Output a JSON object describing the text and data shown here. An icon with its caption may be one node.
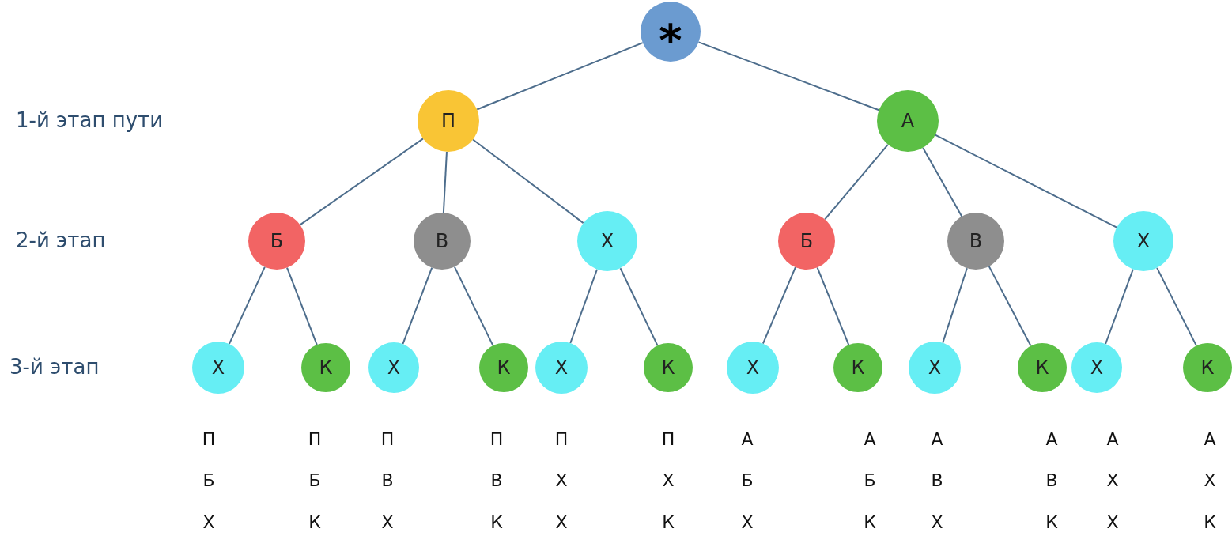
{
  "diagram": {
    "nodes": [
      {
        "text": [
          "*"
        ]
      },
      {
        "text": [
          "П"
        ]
      },
      {
        "text": [
          "А"
        ]
      },
      {
        "text": [
          "Б"
        ]
      },
      {
        "text": [
          "В"
        ]
      },
      {
        "text": [
          "Х"
        ]
      },
      {
        "text": [
          "Б"
        ]
      },
      {
        "text": [
          "В"
        ]
      },
      {
        "text": [
          "Х"
        ]
      },
      {
        "text": [
          "Х"
        ]
      },
      {
        "text": [
          "К"
        ]
      },
      {
        "text": [
          "Х"
        ]
      },
      {
        "text": [
          "К"
        ]
      },
      {
        "text": [
          "Х"
        ]
      },
      {
        "text": [
          "К"
        ]
      },
      {
        "text": [
          "Х"
        ]
      },
      {
        "text": [
          "К"
        ]
      },
      {
        "text": [
          "Х"
        ]
      },
      {
        "text": [
          "К"
        ]
      },
      {
        "text": [
          "Х"
        ]
      },
      {
        "text": [
          "К"
        ]
      }
    ],
    "edges": [
      {
        "from": 0,
        "to": 1,
        "arrow": "none"
      },
      {
        "from": 0,
        "to": 2,
        "arrow": "none"
      },
      {
        "from": 1,
        "to": 3,
        "arrow": "none"
      },
      {
        "from": 1,
        "to": 4,
        "arrow": "none"
      },
      {
        "from": 1,
        "to": 5,
        "arrow": "none"
      },
      {
        "from": 2,
        "to": 6,
        "arrow": "none"
      },
      {
        "from": 2,
        "to": 7,
        "arrow": "none"
      },
      {
        "from": 2,
        "to": 8,
        "arrow": "none"
      },
      {
        "from": 3,
        "to": 9,
        "arrow": "none"
      },
      {
        "from": 3,
        "to": 10,
        "arrow": "none"
      },
      {
        "from": 4,
        "to": 11,
        "arrow": "none"
      },
      {
        "from": 4,
        "to": 12,
        "arrow": "none"
      },
      {
        "from": 5,
        "to": 13,
        "arrow": "none"
      },
      {
        "from": 5,
        "to": 14,
        "arrow": "none"
      },
      {
        "from": 6,
        "to": 15,
        "arrow": "none"
      },
      {
        "from": 6,
        "to": 16,
        "arrow": "none"
      },
      {
        "from": 7,
        "to": 17,
        "arrow": "none"
      },
      {
        "from": 7,
        "to": 18,
        "arrow": "none"
      },
      {
        "from": 8,
        "to": 19,
        "arrow": "none"
      },
      {
        "from": 8,
        "to": 20,
        "arrow": "none"
      }
    ],
    "labels": [
      "1-й этап пути",
      "2-й этап",
      "3-й этап",
      "П",
      "П",
      "П",
      "П",
      "П",
      "П",
      "А",
      "А",
      "А",
      "А",
      "А",
      "А",
      "Б",
      "Б",
      "В",
      "В",
      "Х",
      "Х",
      "Б",
      "Б",
      "В",
      "В",
      "Х",
      "Х",
      "Х",
      "К",
      "Х",
      "К",
      "Х",
      "К",
      "Х",
      "К",
      "Х",
      "К",
      "Х",
      "К"
    ]
  }
}
